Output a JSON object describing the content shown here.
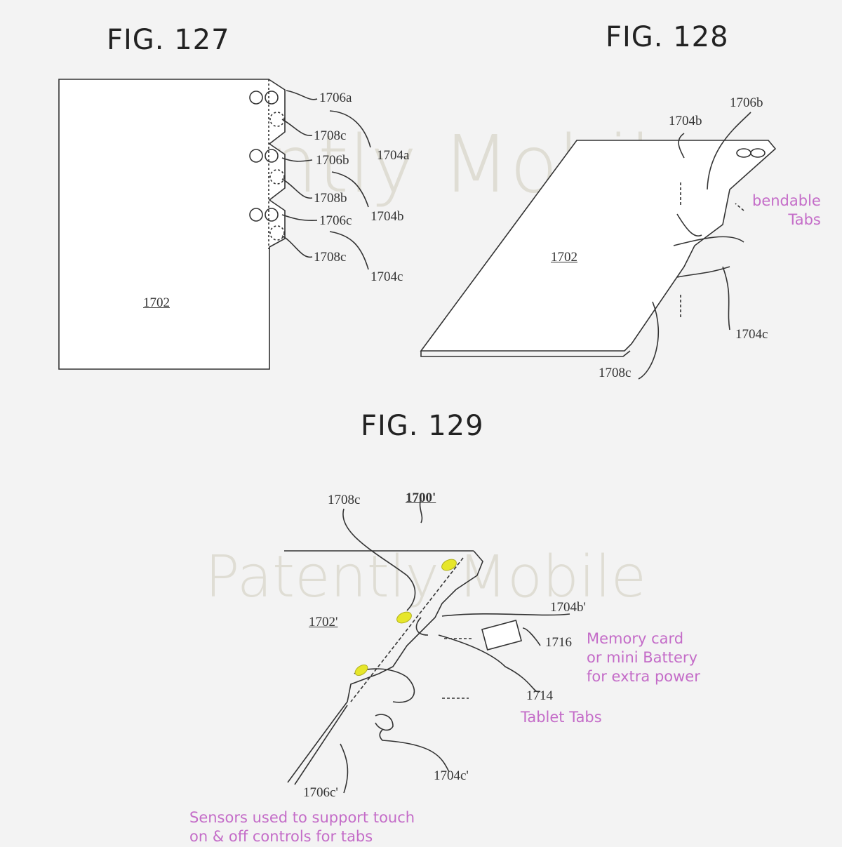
{
  "watermark": "Patently Mobile",
  "fig127": {
    "title": "FIG. 127",
    "labels": {
      "body": "1702",
      "tab_a_sensor": "1706a",
      "tab_a_slot": "1708c",
      "tab_a": "1704a",
      "tab_b_sensor": "1706b",
      "tab_b_slot": "1708b",
      "tab_b": "1704b",
      "tab_c_sensor": "1706c",
      "tab_c_slot": "1708c",
      "tab_c": "1704c"
    }
  },
  "fig128": {
    "title": "FIG. 128",
    "labels": {
      "body": "1702",
      "tab_b": "1704b",
      "tab_b_sensor": "1706b",
      "tab_c": "1704c",
      "slot": "1708c"
    },
    "annotation": [
      "bendable",
      "Tabs"
    ]
  },
  "fig129": {
    "title": "FIG. 129",
    "labels": {
      "device": "1700'",
      "slot": "1708c",
      "body": "1702'",
      "tab_b": "1704b'",
      "card": "1716",
      "port": "1714",
      "tab_c": "1704c'",
      "sensor": "1706c'"
    },
    "annotations": {
      "card_note": [
        "Memory card",
        "or mini Battery",
        "for extra power"
      ],
      "tabs_note": "Tablet Tabs",
      "sensor_note": [
        "Sensors used to support touch",
        "on & off controls for tabs"
      ]
    }
  },
  "colors": {
    "background": "#f3f3f3",
    "annotation": "#c46cc8",
    "sensor": "#e6e62a",
    "line": "#333333"
  }
}
